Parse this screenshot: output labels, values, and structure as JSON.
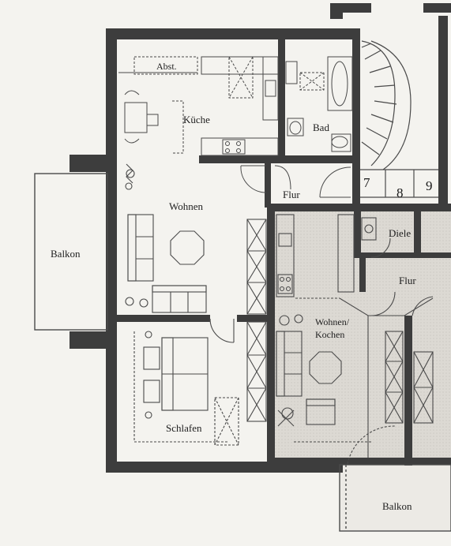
{
  "rooms": {
    "abst": "Abst.",
    "kueche": "Küche",
    "bad": "Bad",
    "wohnen": "Wohnen",
    "flur_left": "Flur",
    "balkon_left": "Balkon",
    "schlafen": "Schlafen",
    "diele": "Diele",
    "flur_right": "Flur",
    "wohnen_kochen_line1": "Wohnen/",
    "wohnen_kochen_line2": "Kochen",
    "balkon_bottom": "Balkon"
  },
  "stair_steps": [
    "7",
    "8",
    "9"
  ],
  "colors": {
    "wall": "#3d3d3d",
    "paper": "#f4f3ef",
    "shaded_unit": "#d9d6d0",
    "line": "#4a4a4a"
  }
}
